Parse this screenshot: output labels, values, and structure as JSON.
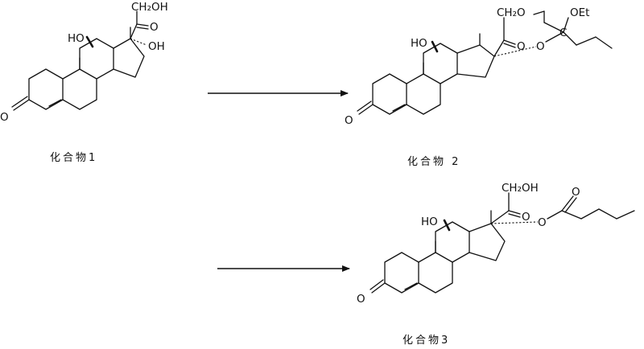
{
  "compounds": [
    {
      "caption": "化合物1",
      "labels": {
        "o3": "O",
        "ho11": "HO",
        "ch2oh": "CH₂OH",
        "o20": "O",
        "oh17": "OH"
      }
    },
    {
      "caption": "化合物 2",
      "labels": {
        "o3": "O",
        "ho11": "HO",
        "ch2o": "CH₂O",
        "o20": "O",
        "o17": "O",
        "c_ortho": "C",
        "oet": "OEt"
      }
    },
    {
      "caption": "化合物3",
      "labels": {
        "o3": "O",
        "ho11": "HO",
        "ch2oh": "CH₂OH",
        "o20": "O",
        "o17": "O",
        "o_ester": "O"
      }
    }
  ]
}
